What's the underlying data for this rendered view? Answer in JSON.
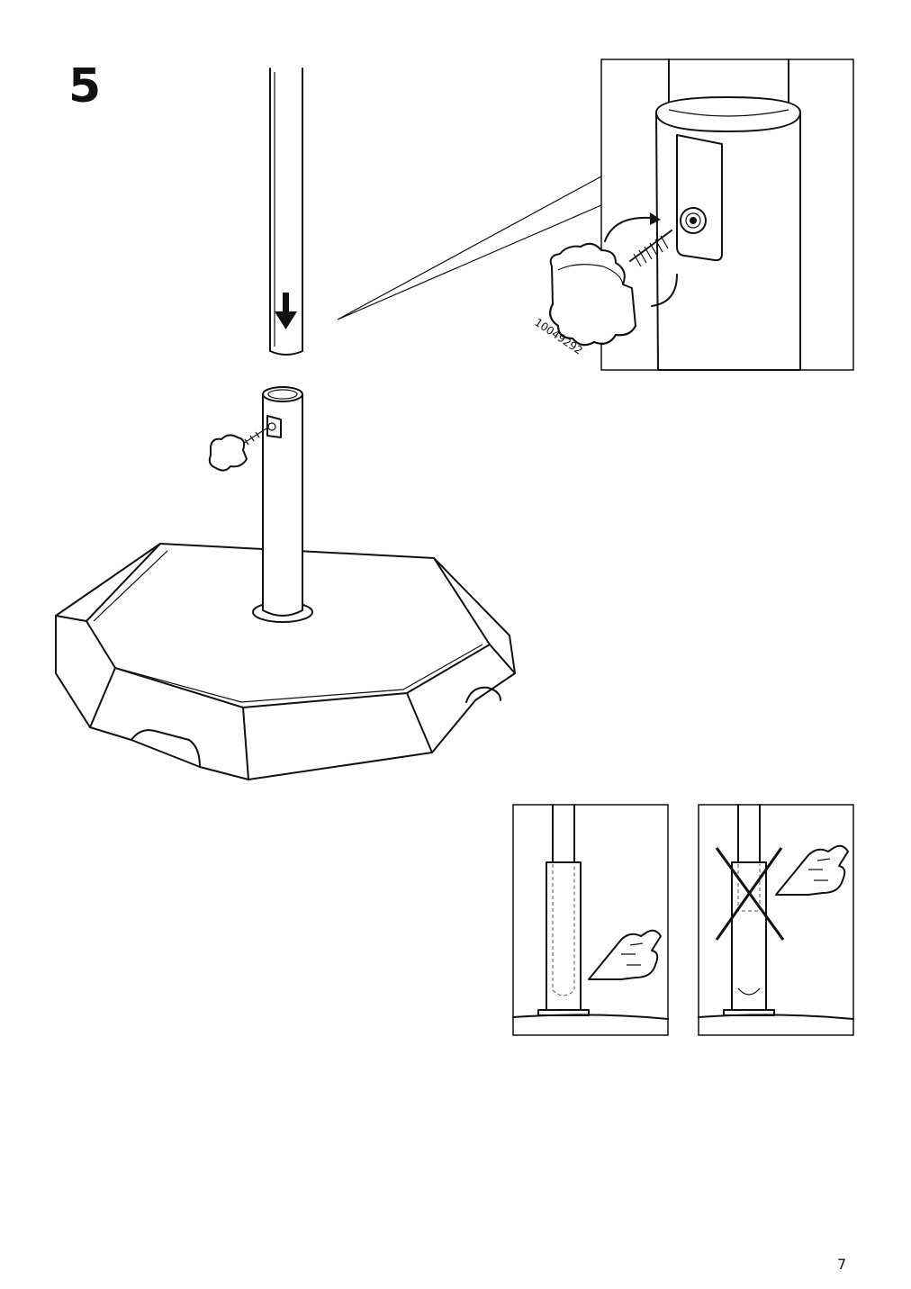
{
  "step": {
    "number": "5"
  },
  "detail": {
    "part_number": "10049292"
  },
  "page": {
    "number": "7"
  },
  "icons": {
    "main": "umbrella-base-assembly-illustration",
    "detail": "knob-screw-detail-illustration",
    "correct": "correct-insertion-illustration",
    "incorrect": "incorrect-insertion-illustration"
  },
  "colors": {
    "line": "#111111",
    "background": "#ffffff"
  }
}
